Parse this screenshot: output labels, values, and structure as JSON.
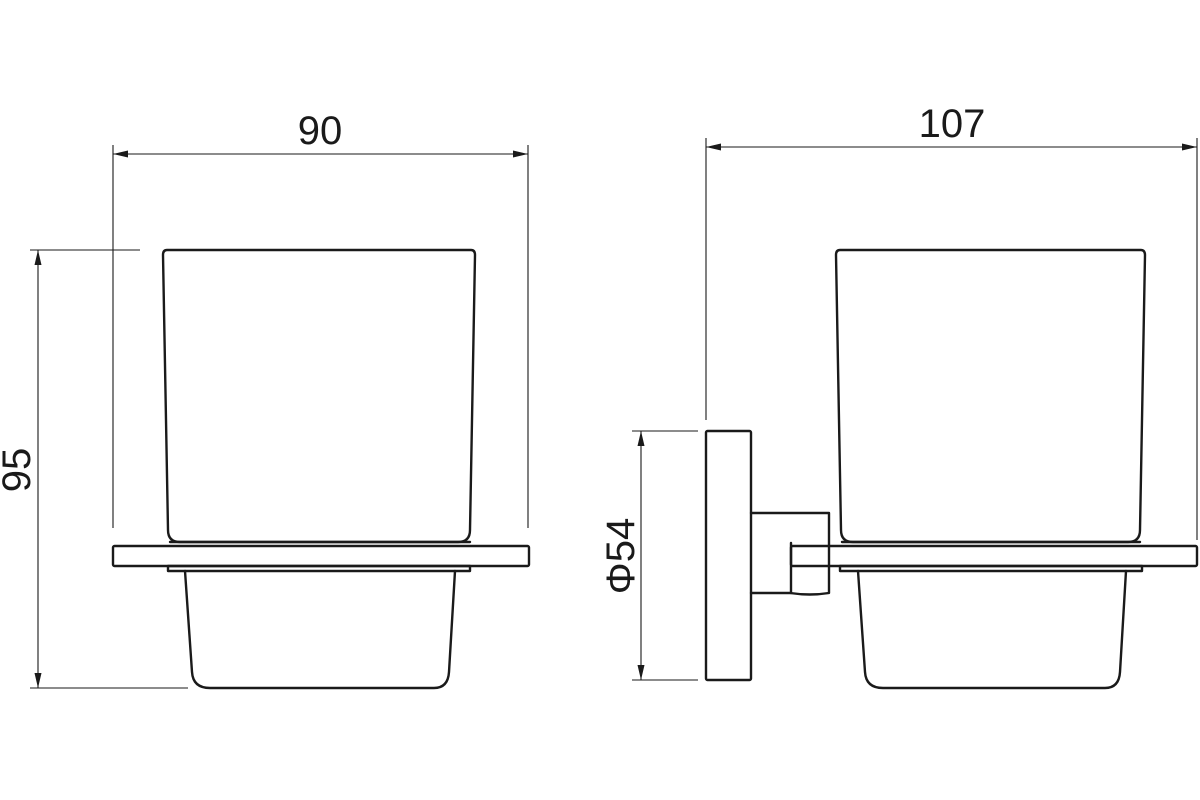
{
  "dimensions": {
    "front_width": "90",
    "front_height": "95",
    "side_width": "107",
    "plate_diameter": "Φ54"
  },
  "colors": {
    "line": "#1a1a1a",
    "background": "#ffffff"
  }
}
